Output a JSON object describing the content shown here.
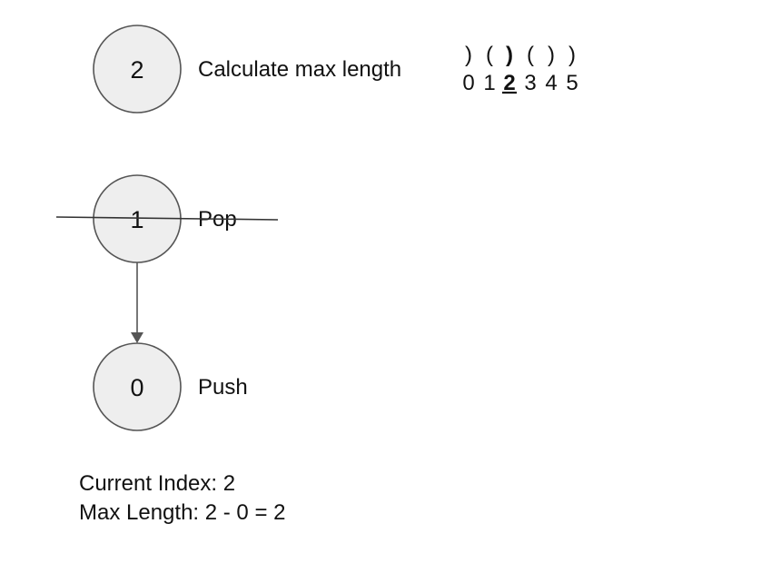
{
  "stack_nodes": [
    {
      "value": "2",
      "action": "Calculate max length",
      "struck": false
    },
    {
      "value": "1",
      "action": "Pop",
      "struck": true
    },
    {
      "value": "0",
      "action": "Push",
      "struck": false
    }
  ],
  "sequence": {
    "chars": [
      ")",
      "(",
      ")",
      "(",
      ")",
      ")"
    ],
    "indices": [
      "0",
      "1",
      "2",
      "3",
      "4",
      "5"
    ],
    "highlight_index": 2
  },
  "status": {
    "current_index": "Current Index: 2",
    "max_length": "Max Length: 2 - 0 = 2"
  },
  "colors": {
    "node_fill": "#eeeeee",
    "node_stroke": "#555555",
    "text": "#111111"
  }
}
